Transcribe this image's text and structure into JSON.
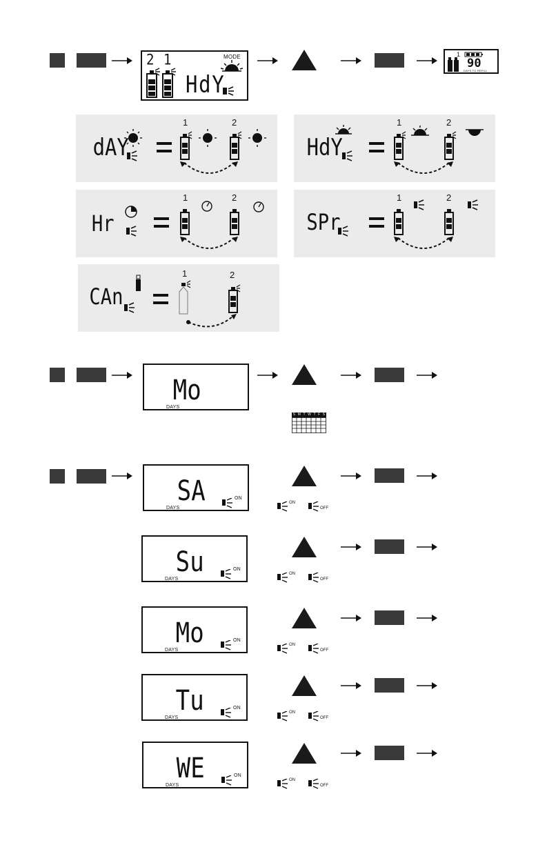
{
  "colors": {
    "panel_bg": "#ebebeb",
    "button": "#3a3a3a",
    "ink": "#111111"
  },
  "step1": {
    "display": {
      "can_left": "2",
      "can_right": "1",
      "mode_label": "MODE",
      "mode_value": "HdY"
    },
    "result_display": {
      "can": "1",
      "refill_days": "90",
      "refill_caption": "DAYS TO REFILL"
    },
    "modes": [
      {
        "code": "dAY",
        "icon": "sun-icon",
        "can1": "1",
        "can2": "2"
      },
      {
        "code": "HdY",
        "icon": "half-sun-icon",
        "can1": "1",
        "can2": "2"
      },
      {
        "code": "Hr",
        "icon": "clock-icon",
        "can1": "1",
        "can2": "2"
      },
      {
        "code": "SPr",
        "icon": "spray-icon",
        "can1": "1",
        "can2": "2"
      },
      {
        "code": "CAn",
        "icon": "can-icon",
        "can1": "1",
        "can2": "2"
      }
    ]
  },
  "step2": {
    "display": {
      "value": "Mo",
      "caption": "DAYS"
    },
    "calendar_header": [
      "S",
      "M",
      "T",
      "W",
      "T",
      "F",
      "S"
    ]
  },
  "step3": {
    "rows": [
      {
        "day": "SA",
        "caption": "DAYS",
        "state": "ON",
        "opt_on": "ON",
        "opt_off": "OFF"
      },
      {
        "day": "Su",
        "caption": "DAYS",
        "state": "ON",
        "opt_on": "ON",
        "opt_off": "OFF"
      },
      {
        "day": "Mo",
        "caption": "DAYS",
        "state": "ON",
        "opt_on": "ON",
        "opt_off": "OFF"
      },
      {
        "day": "Tu",
        "caption": "DAYS",
        "state": "ON",
        "opt_on": "ON",
        "opt_off": "OFF"
      },
      {
        "day": "WE",
        "caption": "DAYS",
        "state": "ON",
        "opt_on": "ON",
        "opt_off": "OFF"
      }
    ]
  }
}
